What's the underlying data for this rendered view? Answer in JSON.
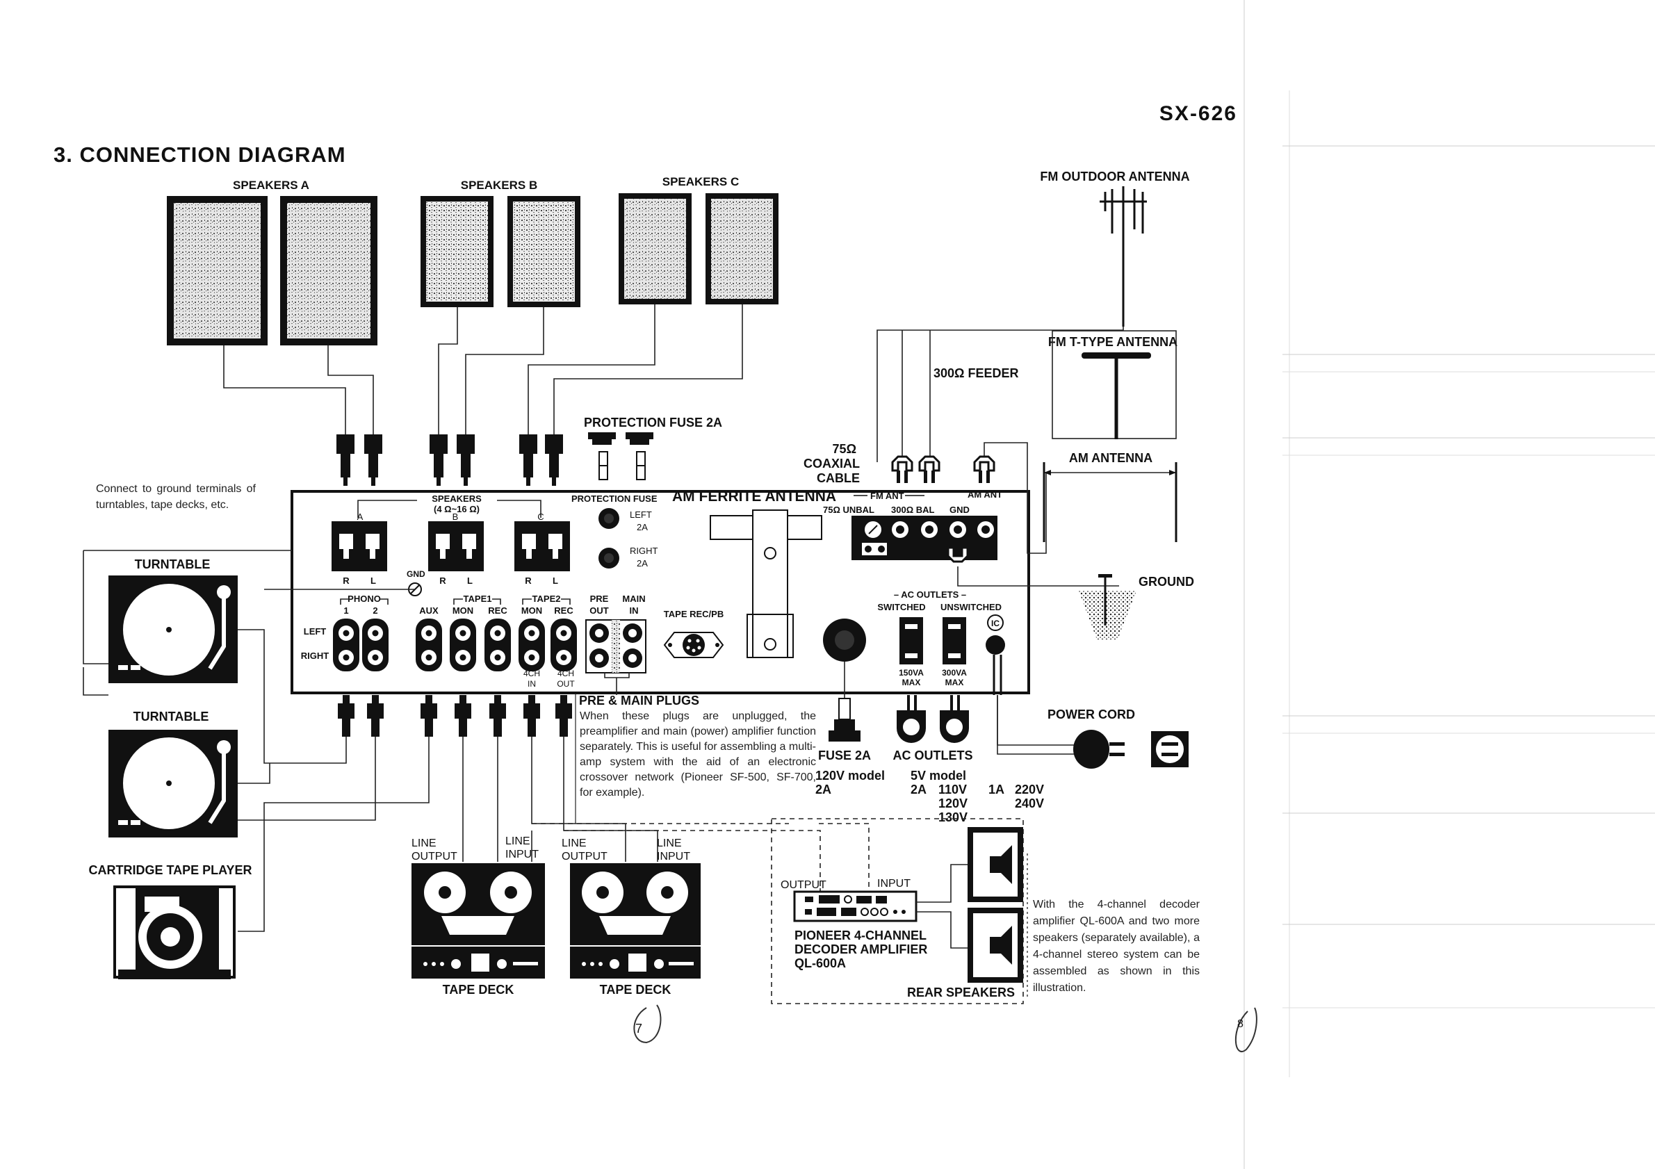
{
  "page": {
    "model": "SX-626",
    "title": "3. CONNECTION DIAGRAM",
    "handwritten_marks": [
      "7",
      "8"
    ]
  },
  "speakers": {
    "a": "SPEAKERS A",
    "b": "SPEAKERS B",
    "c": "SPEAKERS C"
  },
  "sources": {
    "ground_note": "Connect to ground terminals of turntables, tape decks, etc.",
    "turntable_1": "TURNTABLE",
    "turntable_2": "TURNTABLE",
    "cartridge": "CARTRIDGE TAPE PLAYER"
  },
  "panel": {
    "protection_fuse_top": "PROTECTION FUSE 2A",
    "speakers_terminal": "SPEAKERS",
    "speakers_impedance": "(4 Ω~16 Ω)",
    "term_a": "A",
    "term_b": "B",
    "term_c": "C",
    "r": "R",
    "l": "L",
    "gnd": "GND",
    "protection_fuse": "PROTECTION FUSE",
    "fuse_left": "LEFT",
    "fuse_right": "RIGHT",
    "fuse_2a": "2A",
    "am_ferrite": "AM FERRITE ANTENNA",
    "fm_ant": "FM ANT",
    "am_ant": "AM ANT",
    "unbal": "75Ω UNBAL",
    "bal": "300Ω BAL",
    "gnd_term": "GND",
    "phono": "PHONO",
    "phono_1": "1",
    "phono_2": "2",
    "aux": "AUX",
    "tape1": "TAPE1",
    "tape2": "TAPE2",
    "mon": "MON",
    "rec": "REC",
    "pre_out_1": "PRE",
    "pre_out_2": "OUT",
    "main_in_1": "MAIN",
    "main_in_2": "IN",
    "left": "LEFT",
    "right": "RIGHT",
    "ch4_1": "4CH",
    "ch4_in": "IN",
    "ch4_out": "OUT",
    "tape_recpb": "TAPE REC/PB",
    "ac_outlets": "– AC OUTLETS –",
    "switched": "SWITCHED",
    "unswitched": "UNSWITCHED",
    "va150": "150VA",
    "va300": "300VA",
    "max": "MAX",
    "ic": "IC"
  },
  "antenna": {
    "fm_outdoor": "FM OUTDOOR ANTENNA",
    "fm_t_type": "FM T-TYPE ANTENNA",
    "feeder": "300Ω FEEDER",
    "coax_1": "75Ω",
    "coax_2": "COAXIAL",
    "coax_3": "CABLE",
    "am": "AM ANTENNA",
    "ground": "GROUND"
  },
  "pre_main": {
    "title": "PRE & MAIN PLUGS",
    "text": "When these plugs are unplugged, the preamplifier and main (power) amplifier function separately. This is useful for assembling a multi-amp system with the aid of an electronic crossover network (Pioneer SF-500, SF-700, for example)."
  },
  "power": {
    "power_cord": "POWER CORD",
    "fuse": "FUSE 2A",
    "ac_outlets": "AC OUTLETS",
    "model_120": "120V model",
    "model_120_a": "2A",
    "model_5v": "5V model",
    "model_5v_a": "2A",
    "v110": "110V",
    "v120": "120V",
    "v130": "130V",
    "a1": "1A",
    "v220": "220V",
    "v240": "240V"
  },
  "tape": {
    "line_output": [
      "LINE",
      "OUTPUT"
    ],
    "line_input": [
      "LINE",
      "INPUT"
    ],
    "deck_1": "TAPE DECK",
    "deck_2": "TAPE DECK"
  },
  "decoder": {
    "output": "OUTPUT",
    "input": "INPUT",
    "name_1": "PIONEER 4-CHANNEL",
    "name_2": "DECODER AMPLIFIER",
    "name_3": "QL-600A",
    "rear": "REAR SPEAKERS",
    "note": "With the 4-channel decoder amplifier QL-600A and two more speakers (separately available), a 4-channel stereo system can be assembled as shown in this illustration."
  }
}
